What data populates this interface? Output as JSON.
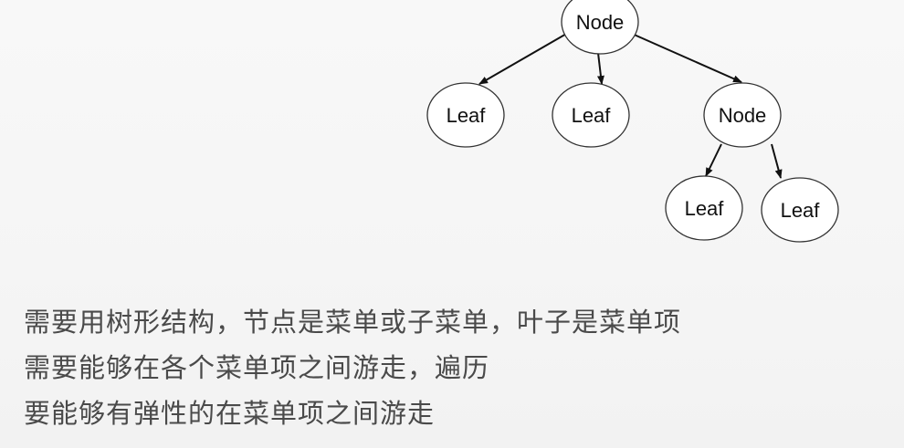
{
  "tree": {
    "nodes": [
      {
        "id": "root",
        "label": "Node",
        "kind": "node"
      },
      {
        "id": "leaf1",
        "label": "Leaf",
        "kind": "leaf"
      },
      {
        "id": "leaf2",
        "label": "Leaf",
        "kind": "leaf"
      },
      {
        "id": "node2",
        "label": "Node",
        "kind": "node"
      },
      {
        "id": "leaf3",
        "label": "Leaf",
        "kind": "leaf"
      },
      {
        "id": "leaf4",
        "label": "Leaf",
        "kind": "leaf"
      }
    ],
    "edges": [
      {
        "from": "root",
        "to": "leaf1"
      },
      {
        "from": "root",
        "to": "leaf2"
      },
      {
        "from": "root",
        "to": "node2"
      },
      {
        "from": "node2",
        "to": "leaf3"
      },
      {
        "from": "node2",
        "to": "leaf4"
      }
    ]
  },
  "bullets": [
    "需要用树形结构，节点是菜单或子菜单，叶子是菜单项",
    "需要能够在各个菜单项之间游走，遍历",
    "要能够有弹性的在菜单项之间游走"
  ]
}
